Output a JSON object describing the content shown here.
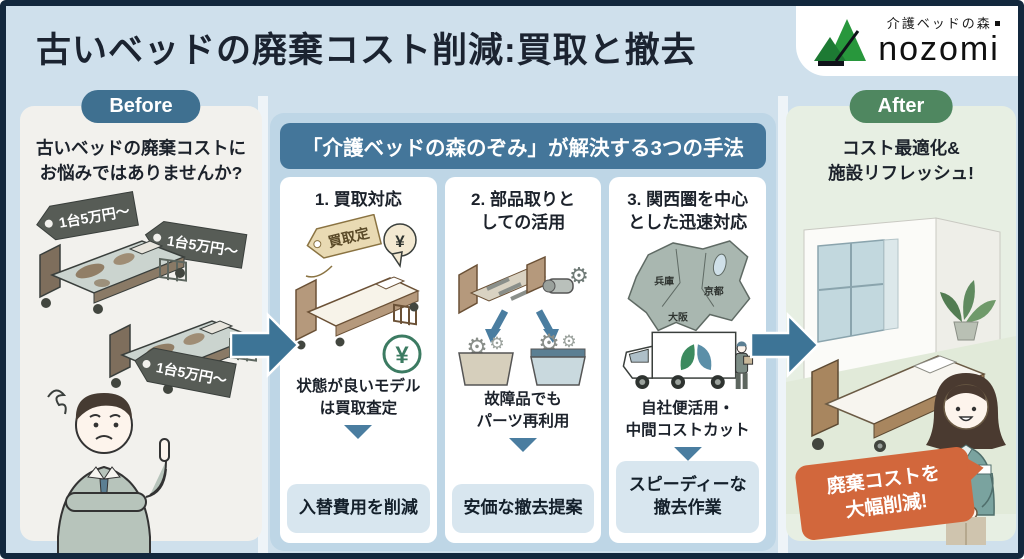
{
  "header": {
    "title": "古いベッドの廃棄コスト削減:買取と撤去",
    "logo_small": "介護ベッドの森",
    "logo_large": "nozomi"
  },
  "before_panel": {
    "badge": "Before",
    "heading": "古いベッドの廃棄コストに\nお悩みではありませんか?",
    "price_tags": [
      "1台5万円〜",
      "1台5万円〜",
      "1台5万円〜"
    ]
  },
  "solution_section": {
    "header": "「介護ベッドの森のぞみ」が解決する3つの手法",
    "cards": [
      {
        "title": "1. 買取対応",
        "tag_label": "買取定",
        "yen": "¥",
        "desc": "状態が良いモデル\nは買取査定",
        "result": "入替費用を削減"
      },
      {
        "title": "2. 部品取りと\nしての活用",
        "desc": "故障品でも\nパーツ再利用",
        "result": "安価な撤去提案"
      },
      {
        "title": "3. 関西圏を中心\nとした迅速対応",
        "map_labels": [
          "兵庫",
          "京都",
          "大阪"
        ],
        "desc": "自社便活用・\n中間コストカット",
        "result": "スピーディーな\n撤去作業"
      }
    ]
  },
  "after_panel": {
    "badge": "After",
    "heading": "コスト最適化&\n施設リフレッシュ!",
    "highlight": "廃棄コストを\n大幅削減!"
  },
  "colors": {
    "accent_blue": "#44769a",
    "accent_green": "#4f8760",
    "highlight_red": "#d2673c",
    "background": "#cfe0ec",
    "dark_border": "#13283d"
  }
}
